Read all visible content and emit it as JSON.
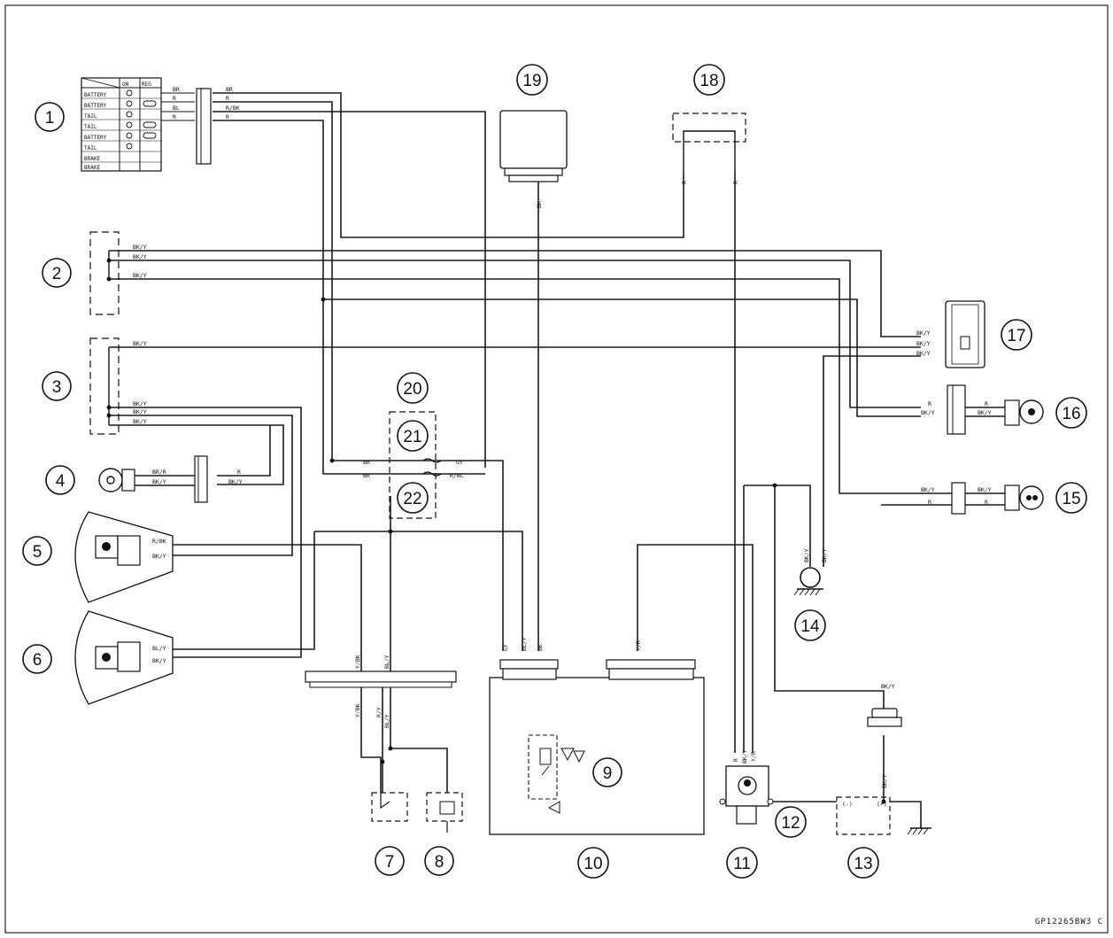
{
  "figure_code": "GP12265BW3 C",
  "callouts": [
    "1",
    "2",
    "3",
    "4",
    "5",
    "6",
    "7",
    "8",
    "9",
    "10",
    "11",
    "12",
    "13",
    "14",
    "15",
    "16",
    "17",
    "18",
    "19",
    "20",
    "21",
    "22"
  ],
  "table": {
    "headers": [
      "ON",
      "REG"
    ],
    "rows": [
      "BATTERY",
      "BATTERY",
      "TAIL",
      "TAIL",
      "BATTERY",
      "TAIL",
      "BRAKE",
      "BRAKE"
    ]
  },
  "wires": {
    "w1_br": "BR",
    "w1_r": "R",
    "w1_bl": "BL",
    "w1_r2": "R",
    "w1_br_b": "BR",
    "w1_r_b": "R",
    "w1_rbk": "R/BK",
    "w1_r2_b": "R",
    "w2_a": "BK/Y",
    "w2_b": "BK/Y",
    "w2_c": "BK/Y",
    "w3_a": "BK/Y",
    "w3_b": "BK/Y",
    "w3_c": "BK/Y",
    "w3_d": "BK/Y",
    "w4_a": "BR/R",
    "w4_b": "BK/Y",
    "w4_c": "R",
    "w4_d": "BK/Y",
    "w20_a": "BR",
    "w20_b": "BR",
    "w20_c": "GY",
    "w20_d": "R/BL",
    "w5_a": "R/BK",
    "w5_b": "BK/Y",
    "w6_a": "BL/Y",
    "w6_b": "BK/Y",
    "w78_a": "Y/BK",
    "w78_b": "BL/Y",
    "w78_c": "Y/BK",
    "w78_d": "R/Y",
    "w78_e": "BL/Y",
    "w10_a": "GY",
    "w10_b": "BL/Y",
    "w10_c": "BK",
    "w10_d": "Y/R",
    "w19": "BK",
    "w18_a": "R",
    "w18_b": "R",
    "w11_a": "R",
    "w11_b": "BK/Y",
    "w11_c": "Y/R",
    "w14_a": "BK/Y",
    "w14_b": "BK/Y",
    "w13_a": "BK/Y",
    "w13_b": "BK/Y",
    "w17_a": "BK/Y",
    "w17_b": "BK/Y",
    "w17_c": "BK/Y",
    "w16_a": "R",
    "w16_b": "BK/Y",
    "w16_c": "R",
    "w16_d": "BK/Y",
    "w15_a": "BK/Y",
    "w15_b": "R",
    "w15_c": "BK/Y",
    "w15_d": "R"
  },
  "battery": {
    "minus": "(-)",
    "plus": "(+)"
  }
}
